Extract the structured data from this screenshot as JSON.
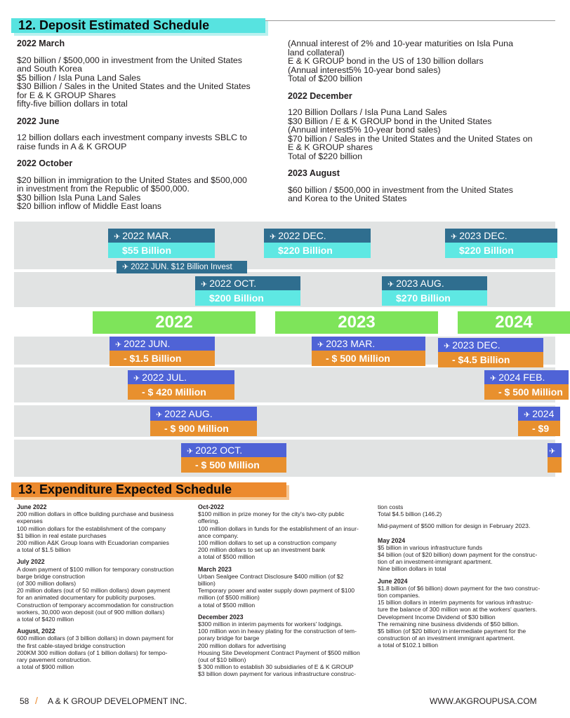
{
  "sec12_title": "12. Deposit Estimated Schedule",
  "left_blocks": [
    {
      "h": "2022 March",
      "t": "$20 billion / $500,000 in investment from the United States\nand South Korea\n$5 billion / Isla Puna Land Sales\n$30 Billion / Sales in the United States and the United States\nfor E & K GROUP Shares\nfifty-five billion dollars in total"
    },
    {
      "h": "2022 June",
      "t": "12 billion dollars each investment company invests SBLC to\nraise funds in A & K GROUP"
    },
    {
      "h": "2022 October",
      "t": "$20 billion in immigration to the United States and $500,000\nin investment from the Republic of $500,000.\n$30 billion Isla Puna Land Sales\n$20 billion inflow of Middle East loans"
    }
  ],
  "right_intro": " (Annual interest of 2% and 10-year maturities on Isla Puna\nland collateral)\nE & K GROUP bond in the US of 130 billion dollars\n (Annual interest5% 10-year bond sales)\nTotal of $200 billion",
  "right_blocks": [
    {
      "h": "2022 December",
      "t": "120 Billion Dollars / Isla Puna Land Sales\n$30 Billion / E & K GROUP bond in the United States\n  (Annual interest5% 10-year bond sales)\n$70 billion / Sales in the United States and the United States on\nE & K GROUP shares\nTotal of $220 billion"
    },
    {
      "h": "2023 August",
      "t": "$60 billion / $500,000 in investment from the United States\nand Korea to the United States"
    }
  ],
  "timeline": {
    "deposits": [
      {
        "date": "2022 MAR.",
        "amount": "$55 Billion"
      },
      {
        "date": "2022 DEC.",
        "amount": "$220 Billion"
      },
      {
        "date": "2023 DEC.",
        "amount": "$220 Billion"
      },
      {
        "date": "2022 OCT.",
        "amount": "$200 Billion"
      },
      {
        "date": "2023 AUG.",
        "amount": "$270 Billion"
      }
    ],
    "single": "2022 JUN.  $12 Billion Invest",
    "years": [
      "2022",
      "2023",
      "2024"
    ],
    "expenses": [
      {
        "date": "2022  JUN.",
        "amount": "- $1.5 Billion"
      },
      {
        "date": "2023  MAR.",
        "amount": "- $ 500 Million"
      },
      {
        "date": "2023  DEC.",
        "amount": "- $4.5 Billion"
      },
      {
        "date": "2022  JUL.",
        "amount": "-  $ 420 Million"
      },
      {
        "date": "2024  FEB.",
        "amount": "- $ 500 Million"
      },
      {
        "date": "2022  AUG.",
        "amount": "- $ 900 Million"
      },
      {
        "date": "2024",
        "amount": "- $9"
      },
      {
        "date": "2022  OCT.",
        "amount": "- $ 500 Million"
      },
      {
        "date": "",
        "amount": ""
      }
    ],
    "colors": {
      "deposit_head": "#2f6e8f",
      "deposit_body": "#5ee8e3",
      "expense_head": "#4f63d6",
      "expense_body": "#e8902e",
      "year": "#7ee45a",
      "band": "#e1e3e3"
    }
  },
  "sec13_title": "13. Expenditure Expected Schedule",
  "c1": [
    {
      "h": "June 2022",
      "t": "200 million dollars in office building purchase and business\nexpenses\n100 million dollars for the establishment of the company\n$1 billion in real estate purchases\n200 million A&K Group loans with Ecuadorian companies\na total of $1.5 billion"
    },
    {
      "h": "July 2022",
      "t": "A down payment of $100 million for temporary construction\nbarge bridge construction\n(of 300 million dollars)\n20 million dollars (out of 50 million dollars) down payment\nfor an animated documentary for publicity purposes.\nConstruction of temporary accommodation for construction\nworkers, 30,000 won deposit (out of 900 million dollars)\na total of $420 million"
    },
    {
      "h": "August, 2022",
      "t": "600 million dollars (of 3 billion dollars) in down payment for\nthe first cable-stayed bridge construction\n200KM 300 million dollars (of 1 billion dollars) for tempo-\nrary pavement construction.\na total of $900 million"
    }
  ],
  "c2": [
    {
      "h": "Oct-2022",
      "t": "$100 million in prize money for the city's two-city public\noffering.\n100 million dollars in funds for the establishment of an insur-\nance company.\n100 million dollars to set up a construction company\n200 million dollars to set up an investment bank\na total of $500 million"
    },
    {
      "h": "March 2023",
      "t": "Urban Sealgee Contract Disclosure $400 million (of $2\nbillion)\nTemporary power and water supply down payment of $100\nmillion (of $500 million)\na total of $500 million"
    },
    {
      "h": "December 2023",
      "t": "$300 million in interim payments for workers' lodgings.\n100 million won in heavy plating for the construction of tem-\nporary bridge for barge\n200 million dollars for advertising\nHousing Site Development Contract Payment of $500 million\n(out of $10 billion)\n$ 300 million to establish 30 subsidiaries of E & K GROUP\n$3 billion down payment for various infrastructure construc-"
    }
  ],
  "c3_intro": "tion costs\nTotal $4.5 billion (146.2)",
  "c3_mid": "Mid-payment of $500 million for design in February 2023.",
  "c3": [
    {
      "h": "May 2024",
      "t": "$5 billion in various infrastructure funds\n$4 billion (out of $20 billion) down payment for the construc-\ntion of an investment-immigrant apartment.\nNine billion dollars in total"
    },
    {
      "h": "June 2024",
      "t": "$1.8 billion (of $6 billion) down payment for the two construc-\ntion companies.\n15 billion dollars in interim payments for various infrastruc-\nture the balance of 300 million won at the workers' quarters.\nDevelopment Income Dividend of $30 billion\nThe remaining nine business dividends of $50 billion.\n$5 billion (of $20 billion) in intermediate payment for the\nconstruction of an investment immigrant apartment.\na total of $102.1 billion"
    }
  ],
  "footer": {
    "page": "58",
    "slash": "/",
    "company": "A & K GROUP DEVELOPMENT INC.",
    "url": "WWW.AKGROUPUSA.COM"
  }
}
